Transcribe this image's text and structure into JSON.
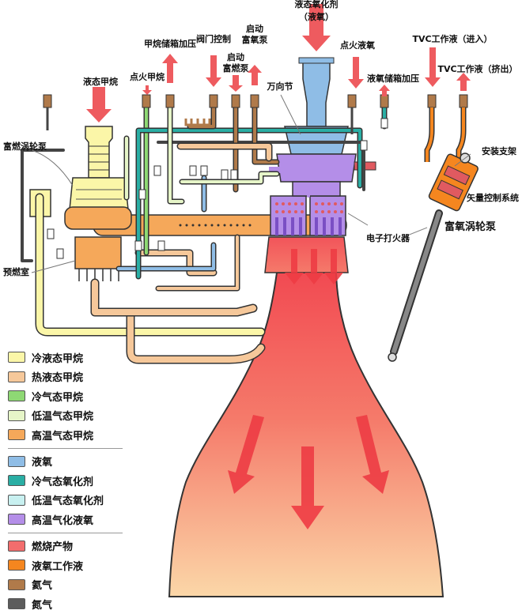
{
  "labels": {
    "liquid_oxidizer": "液态氧化剂",
    "liquid_oxygen_paren": "（液氧）",
    "methane_tank_press": "甲烷储箱加压",
    "valve_control": "阀门控制",
    "start_1": "启动",
    "fuel_rich_pump": "富燃泵",
    "start_2": "启动",
    "oxygen_rich_pump": "富氧泵",
    "igniter_lox": "点火液氧",
    "tvc_in": "TVC工作液（进入）",
    "tvc_out": "TVC工作液（挤出）",
    "liquid_methane": "液态甲烷",
    "igniter_methane": "点火甲烷",
    "gimbal": "万向节",
    "lox_tank_press": "液氧储箱加压",
    "fuel_rich_turbopump": "富燃涡轮泵",
    "mount_bracket": "安装支架",
    "vector_control_system": "矢量控制系统",
    "oxygen_rich_turbopump": "富氧涡轮泵",
    "electronic_igniter": "电子打火器",
    "preburner": "预燃室"
  },
  "legend": [
    {
      "label": "冷液态甲烷",
      "color": "#fbf6a8"
    },
    {
      "label": "热液态甲烷",
      "color": "#f6c89a"
    },
    {
      "label": "冷气态甲烷",
      "color": "#8ed874"
    },
    {
      "label": "低温气态甲烷",
      "color": "#e6f5c8"
    },
    {
      "label": "高温气态甲烷",
      "color": "#f5a85a"
    },
    {
      "label": "液氧",
      "color": "#8fbde6"
    },
    {
      "label": "冷气态氧化剂",
      "color": "#2aaea4"
    },
    {
      "label": "低温气态氧化剂",
      "color": "#c8f0f0"
    },
    {
      "label": "高温气化液氧",
      "color": "#b48ee8"
    },
    {
      "label": "燃烧产物",
      "color": "#f26d6d"
    },
    {
      "label": "液氧工作液",
      "color": "#f5861f"
    },
    {
      "label": "氦气",
      "color": "#b07a4a"
    },
    {
      "label": "氮气",
      "color": "#5c5c5c"
    }
  ]
}
